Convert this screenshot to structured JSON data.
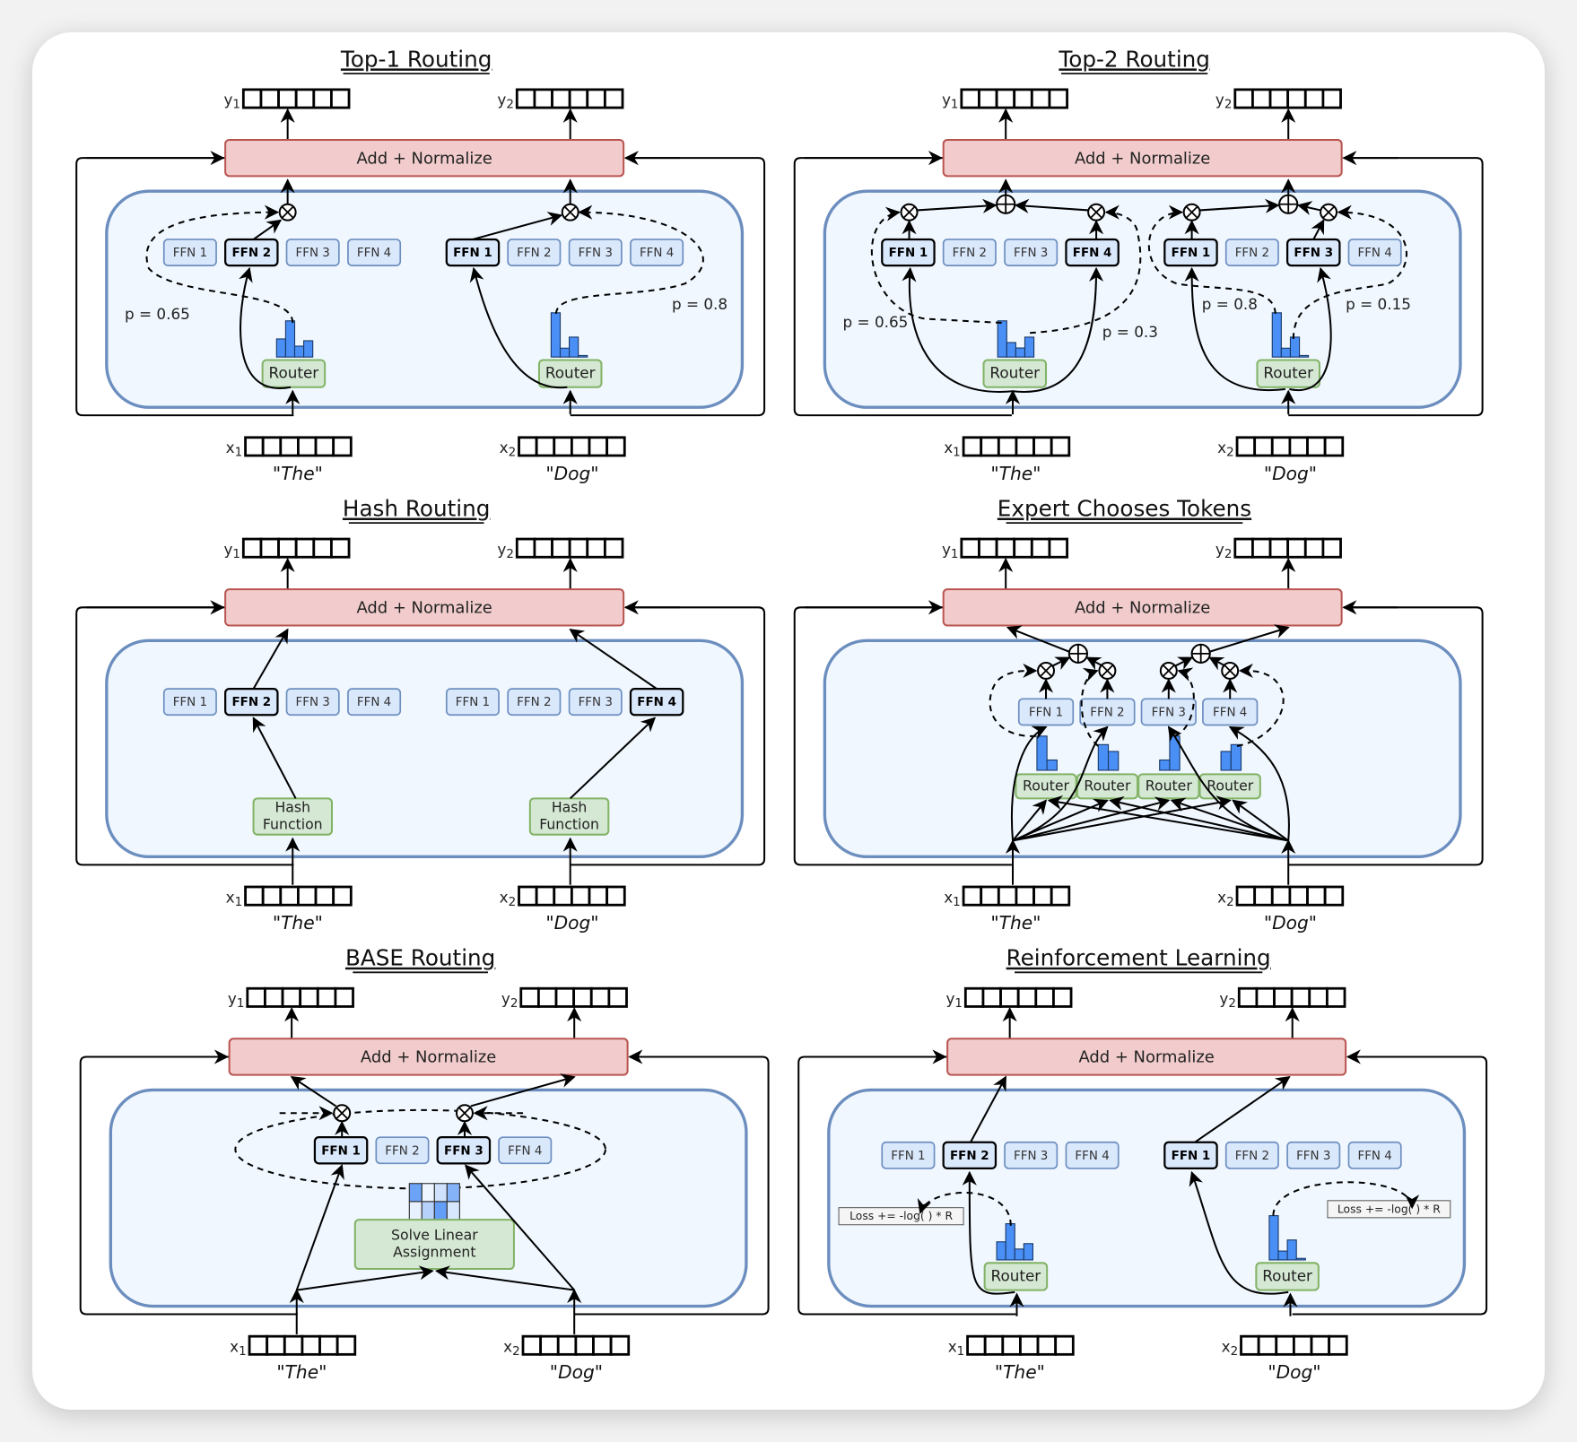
{
  "colors": {
    "add_norm_fill": "#f2cccc",
    "add_norm_stroke": "#b85450",
    "expert_box_fill": "#f0f7fe",
    "expert_box_stroke": "#6c8ebf",
    "ffn_fill": "#dae8fc",
    "ffn_stroke": "#6c8ebf",
    "router_fill": "#d5e8d4",
    "router_stroke": "#82b366",
    "bar_fill": "#4a8ff5",
    "loss_fill": "#f5f5f5",
    "loss_stroke": "#666666"
  },
  "common": {
    "add_normalize": "Add + Normalize",
    "router": "Router",
    "y1": "y",
    "y2": "y",
    "x1": "x",
    "x2": "x",
    "sub1": "1",
    "sub2": "2",
    "token1": "\"The\"",
    "token2": "\"Dog\"",
    "ffn_labels": [
      "FFN 1",
      "FFN 2",
      "FFN 3",
      "FFN 4"
    ]
  },
  "panels": [
    {
      "id": "top1",
      "title": "Top-1 Routing",
      "left_selected": [
        2
      ],
      "right_selected": [
        1
      ],
      "left_probs": [
        "p = 0.65"
      ],
      "right_probs": [
        "p = 0.8"
      ],
      "left_hist": [
        0.5,
        1.0,
        0.3,
        0.45
      ],
      "right_hist": [
        1.0,
        0.2,
        0.45,
        0.02
      ]
    },
    {
      "id": "top2",
      "title": "Top-2 Routing",
      "left_selected": [
        1,
        4
      ],
      "right_selected": [
        1,
        3
      ],
      "left_probs": [
        "p = 0.65",
        "p = 0.3"
      ],
      "right_probs": [
        "p = 0.8",
        "p = 0.15"
      ],
      "left_hist": [
        1.0,
        0.4,
        0.25,
        0.55
      ],
      "right_hist": [
        1.0,
        0.2,
        0.45,
        0.02
      ]
    },
    {
      "id": "hash",
      "title": "Hash Routing",
      "left_selected": [
        2
      ],
      "right_selected": [
        4
      ],
      "hash_label_line1": "Hash",
      "hash_label_line2": "Function"
    },
    {
      "id": "expert",
      "title": "Expert Chooses Tokens",
      "expert_hists": [
        [
          1.0,
          0.3
        ],
        [
          0.75,
          0.55
        ],
        [
          0.3,
          1.0
        ],
        [
          0.55,
          0.75
        ]
      ]
    },
    {
      "id": "base",
      "title": "BASE Routing",
      "left_selected": [
        1,
        3
      ],
      "solver_line1": "Solve Linear",
      "solver_line2": "Assignment",
      "matrix": [
        [
          0.8,
          0.0,
          0.2,
          0.65
        ],
        [
          0.05,
          0.35,
          0.85,
          0.15
        ]
      ]
    },
    {
      "id": "rl",
      "title": "Reinforcement Learning",
      "left_selected": [
        2
      ],
      "right_selected": [
        1
      ],
      "loss_label": "Loss += -log(   ) * R",
      "left_hist": [
        0.5,
        1.0,
        0.3,
        0.45
      ],
      "right_hist": [
        1.0,
        0.2,
        0.45,
        0.02
      ]
    }
  ]
}
